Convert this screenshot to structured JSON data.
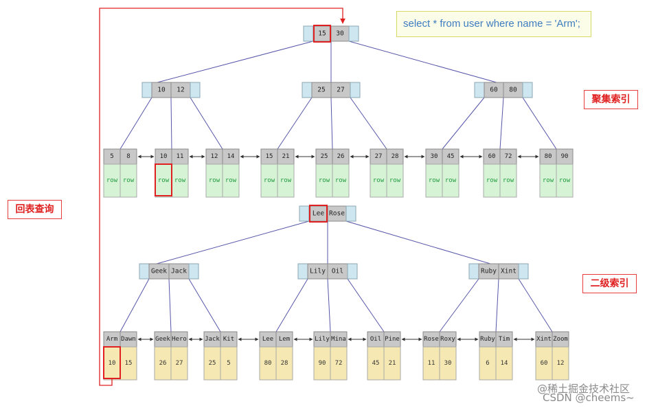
{
  "query_text": "select * from user where name = 'Arm';",
  "labels": {
    "clustered_index": "聚集索引",
    "secondary_index": "二级索引",
    "back_to_table": "回表查询"
  },
  "watermark": {
    "line1": "@稀土掘金技术社区",
    "line2": "CSDN @cheems~"
  },
  "colors": {
    "key_cell": "#c8c8c8",
    "pointer_cell": "#cde6f0",
    "clustered_leaf_row": "#d6f3d6",
    "secondary_leaf_value": "#f5e8b2",
    "edge": "#5555aa",
    "highlight": "#e02020",
    "row_text": "#1c9a3a"
  },
  "clustered_index_tree": {
    "root": [
      "15",
      "30"
    ],
    "internal": [
      [
        "10",
        "12"
      ],
      [
        "25",
        "27"
      ],
      [
        "60",
        "80"
      ]
    ],
    "leaves": [
      {
        "keys": [
          "5",
          "8"
        ],
        "rows": [
          "row",
          "row"
        ]
      },
      {
        "keys": [
          "10",
          "11"
        ],
        "rows": [
          "row",
          "row"
        ]
      },
      {
        "keys": [
          "12",
          "14"
        ],
        "rows": [
          "row",
          "row"
        ]
      },
      {
        "keys": [
          "15",
          "21"
        ],
        "rows": [
          "row",
          "row"
        ]
      },
      {
        "keys": [
          "25",
          "26"
        ],
        "rows": [
          "row",
          "row"
        ]
      },
      {
        "keys": [
          "27",
          "28"
        ],
        "rows": [
          "row",
          "row"
        ]
      },
      {
        "keys": [
          "30",
          "45"
        ],
        "rows": [
          "row",
          "row"
        ]
      },
      {
        "keys": [
          "60",
          "72"
        ],
        "rows": [
          "row",
          "row"
        ]
      },
      {
        "keys": [
          "80",
          "90"
        ],
        "rows": [
          "row",
          "row"
        ]
      }
    ]
  },
  "secondary_index_tree": {
    "root": [
      "Lee",
      "Rose"
    ],
    "internal": [
      [
        "Geek",
        "Jack"
      ],
      [
        "Lily",
        "Oil"
      ],
      [
        "Ruby",
        "Xint"
      ]
    ],
    "leaves": [
      {
        "keys": [
          "Arm",
          "Dawn"
        ],
        "ids": [
          "10",
          "15"
        ]
      },
      {
        "keys": [
          "Geek",
          "Hero"
        ],
        "ids": [
          "26",
          "27"
        ]
      },
      {
        "keys": [
          "Jack",
          "Kit"
        ],
        "ids": [
          "25",
          "5"
        ]
      },
      {
        "keys": [
          "Lee",
          "Lem"
        ],
        "ids": [
          "80",
          "28"
        ]
      },
      {
        "keys": [
          "Lily",
          "Mina"
        ],
        "ids": [
          "90",
          "72"
        ]
      },
      {
        "keys": [
          "Oil",
          "Pine"
        ],
        "ids": [
          "45",
          "21"
        ]
      },
      {
        "keys": [
          "Rose",
          "Roxy"
        ],
        "ids": [
          "11",
          "30"
        ]
      },
      {
        "keys": [
          "Ruby",
          "Tim"
        ],
        "ids": [
          "6",
          "14"
        ]
      },
      {
        "keys": [
          "Xint",
          "Zoom"
        ],
        "ids": [
          "60",
          "12"
        ]
      }
    ]
  }
}
